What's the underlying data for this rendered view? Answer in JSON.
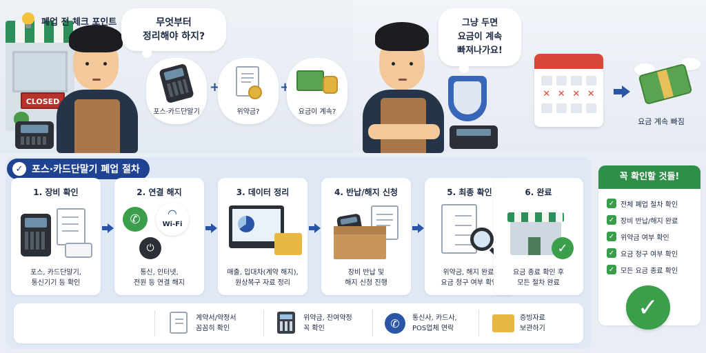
{
  "scene_left": {
    "store_sign": "CLOSED",
    "thought_line1": "무엇부터",
    "thought_line2": "정리해야 하지?",
    "items": [
      {
        "label": "포스·카드단말기"
      },
      {
        "label": "위약금?"
      },
      {
        "label": "요금이 계속?"
      }
    ],
    "plus": "+"
  },
  "scene_right": {
    "thought_line1": "그냥 두면",
    "thought_line2": "요금이 계속",
    "thought_line3": "빠져나가요!",
    "calendar_marks": [
      "✕",
      "✕",
      "✕",
      "✕"
    ],
    "caption": "요금 계속 빠짐"
  },
  "procedure": {
    "title": "포스·카드단말기 폐업 절차",
    "steps": [
      {
        "title": "1. 장비 확인",
        "desc": [
          "포스, 카드단말기,",
          "통신기기 등 확인"
        ]
      },
      {
        "title": "2. 연결 해지",
        "desc": [
          "통신, 인터넷,",
          "전원 등 연결 해지"
        ]
      },
      {
        "title": "3. 데이터 정리",
        "desc": [
          "매출, 입대차(계약 해지),",
          "원상복구 자료 정리"
        ]
      },
      {
        "title": "4. 반납/해지 신청",
        "desc": [
          "장비 반납 및",
          "해지 신청 진행"
        ]
      },
      {
        "title": "5. 최종 확인",
        "desc": [
          "위약금, 해지 완료,",
          "요금 청구 여부 확인"
        ]
      },
      {
        "title": "6. 완료",
        "desc": [
          "요금 종료 확인 후",
          "모든 절차 완료"
        ]
      }
    ],
    "wifi_label": "Wi-Fi"
  },
  "checkpoints": {
    "title": "폐업 전 체크 포인트",
    "items": [
      {
        "line1": "계약서/약정서",
        "line2": "꼼꼼히 확인"
      },
      {
        "line1": "위약금, 잔여약정",
        "line2": "꼭 확인"
      },
      {
        "line1": "통신사, 카드사,",
        "line2": "POS업체 연락"
      },
      {
        "line1": "증빙자료",
        "line2": "보관하기"
      }
    ]
  },
  "checklist": {
    "title": "꼭 확인할 것들!",
    "items": [
      {
        "label": "전체 폐업 절차 확인"
      },
      {
        "label": "장비 반납/해지 완료"
      },
      {
        "label": "위약금 여부 확인"
      },
      {
        "label": "요금 청구 여부 확인"
      },
      {
        "label": "모든 요금 종료 확인"
      }
    ],
    "check": "✓"
  },
  "colors": {
    "navy": "#1f4391",
    "green": "#3a9e4a",
    "red": "#d9463a",
    "arrow_blue": "#2a55a6"
  }
}
